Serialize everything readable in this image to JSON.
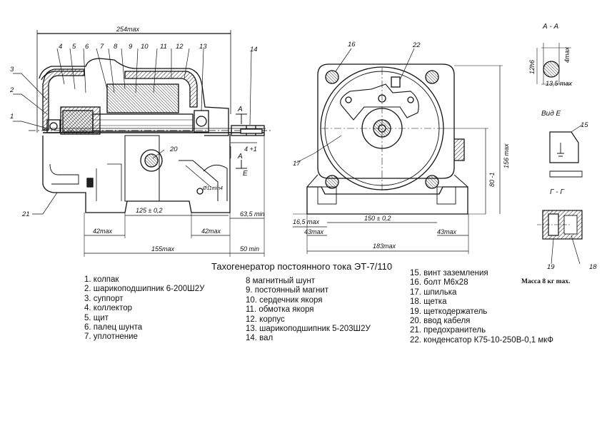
{
  "title": "Тахогенератор постоянного тока ЭТ-7/110",
  "legend": {
    "col1": [
      "1. колпак",
      "2. шарикоподшипник 6-200Ш2У",
      "3. суппорт",
      "4. коллектор",
      "5. щит",
      "6. палец шунта",
      "7. уплотнение"
    ],
    "col2": [
      "8 магнитный шунт",
      "9. постоянный магнит",
      "10. сердечник якоря",
      "11. обмотка якоря",
      "12. корпус",
      "13. шарикоподшипник 5-203Ш2У",
      "14. вал"
    ],
    "col3": [
      "15. винт заземления",
      "16. болт М6х28",
      "17. шпилька",
      "18. щетка",
      "19. щеткодержатель",
      "20. ввод кабеля",
      "21. предохранитель",
      "22. конденсатор К75-10-250В-0,1 мкФ"
    ]
  },
  "mass": "Масса 8 кг max.",
  "dimensions": {
    "overall_length": "254max",
    "d125": "125 ± 0,2",
    "d63": "63,5 min",
    "d42a": "42max",
    "d42b": "42max",
    "d155": "155max",
    "d50": "50 min",
    "d4p1": "4 +1",
    "d16_5": "16,5 max",
    "d43a": "43max",
    "d150": "150 ± 0,2",
    "d43b": "43max",
    "d183": "183max",
    "d156": "156 max",
    "d80": "80 -1",
    "d12h6": "12h6",
    "d4max": "4max",
    "d13_5": "13,5 max",
    "d11": "Ø11min4"
  },
  "section_labels": {
    "aa": "А - А",
    "view_e": "Вид Е",
    "gg": "Г - Г",
    "a_left": "А",
    "a_right": "А",
    "e_left": "Е"
  },
  "callouts": [
    "1",
    "2",
    "3",
    "4",
    "5",
    "6",
    "7",
    "8",
    "9",
    "10",
    "11",
    "12",
    "13",
    "14",
    "15",
    "16",
    "17",
    "18",
    "19",
    "20",
    "21",
    "22"
  ]
}
